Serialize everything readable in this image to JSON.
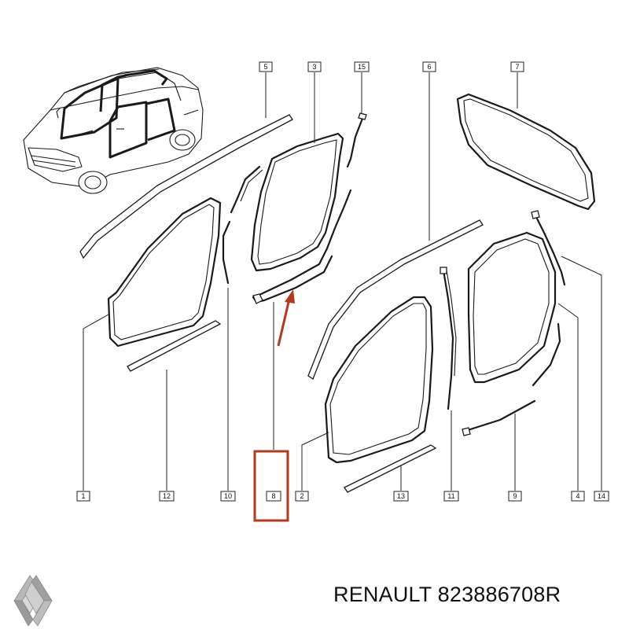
{
  "diagram": {
    "callouts": [
      {
        "id": "c1",
        "label": "1"
      },
      {
        "id": "c12",
        "label": "12"
      },
      {
        "id": "c10",
        "label": "10"
      },
      {
        "id": "c8",
        "label": "8"
      },
      {
        "id": "c2",
        "label": "2"
      },
      {
        "id": "c13",
        "label": "13"
      },
      {
        "id": "c11",
        "label": "11"
      },
      {
        "id": "c9",
        "label": "9"
      },
      {
        "id": "c4",
        "label": "4"
      },
      {
        "id": "c14",
        "label": "14"
      },
      {
        "id": "c5",
        "label": "5"
      },
      {
        "id": "c3",
        "label": "3"
      },
      {
        "id": "c15",
        "label": "15"
      },
      {
        "id": "c6",
        "label": "6"
      },
      {
        "id": "c7",
        "label": "7"
      }
    ],
    "highlight_color": "#b5391f",
    "highlighted_part": "8"
  },
  "brand": {
    "logo_icon": "renault-diamond-logo",
    "caption": "RENAULT 823886708R"
  }
}
